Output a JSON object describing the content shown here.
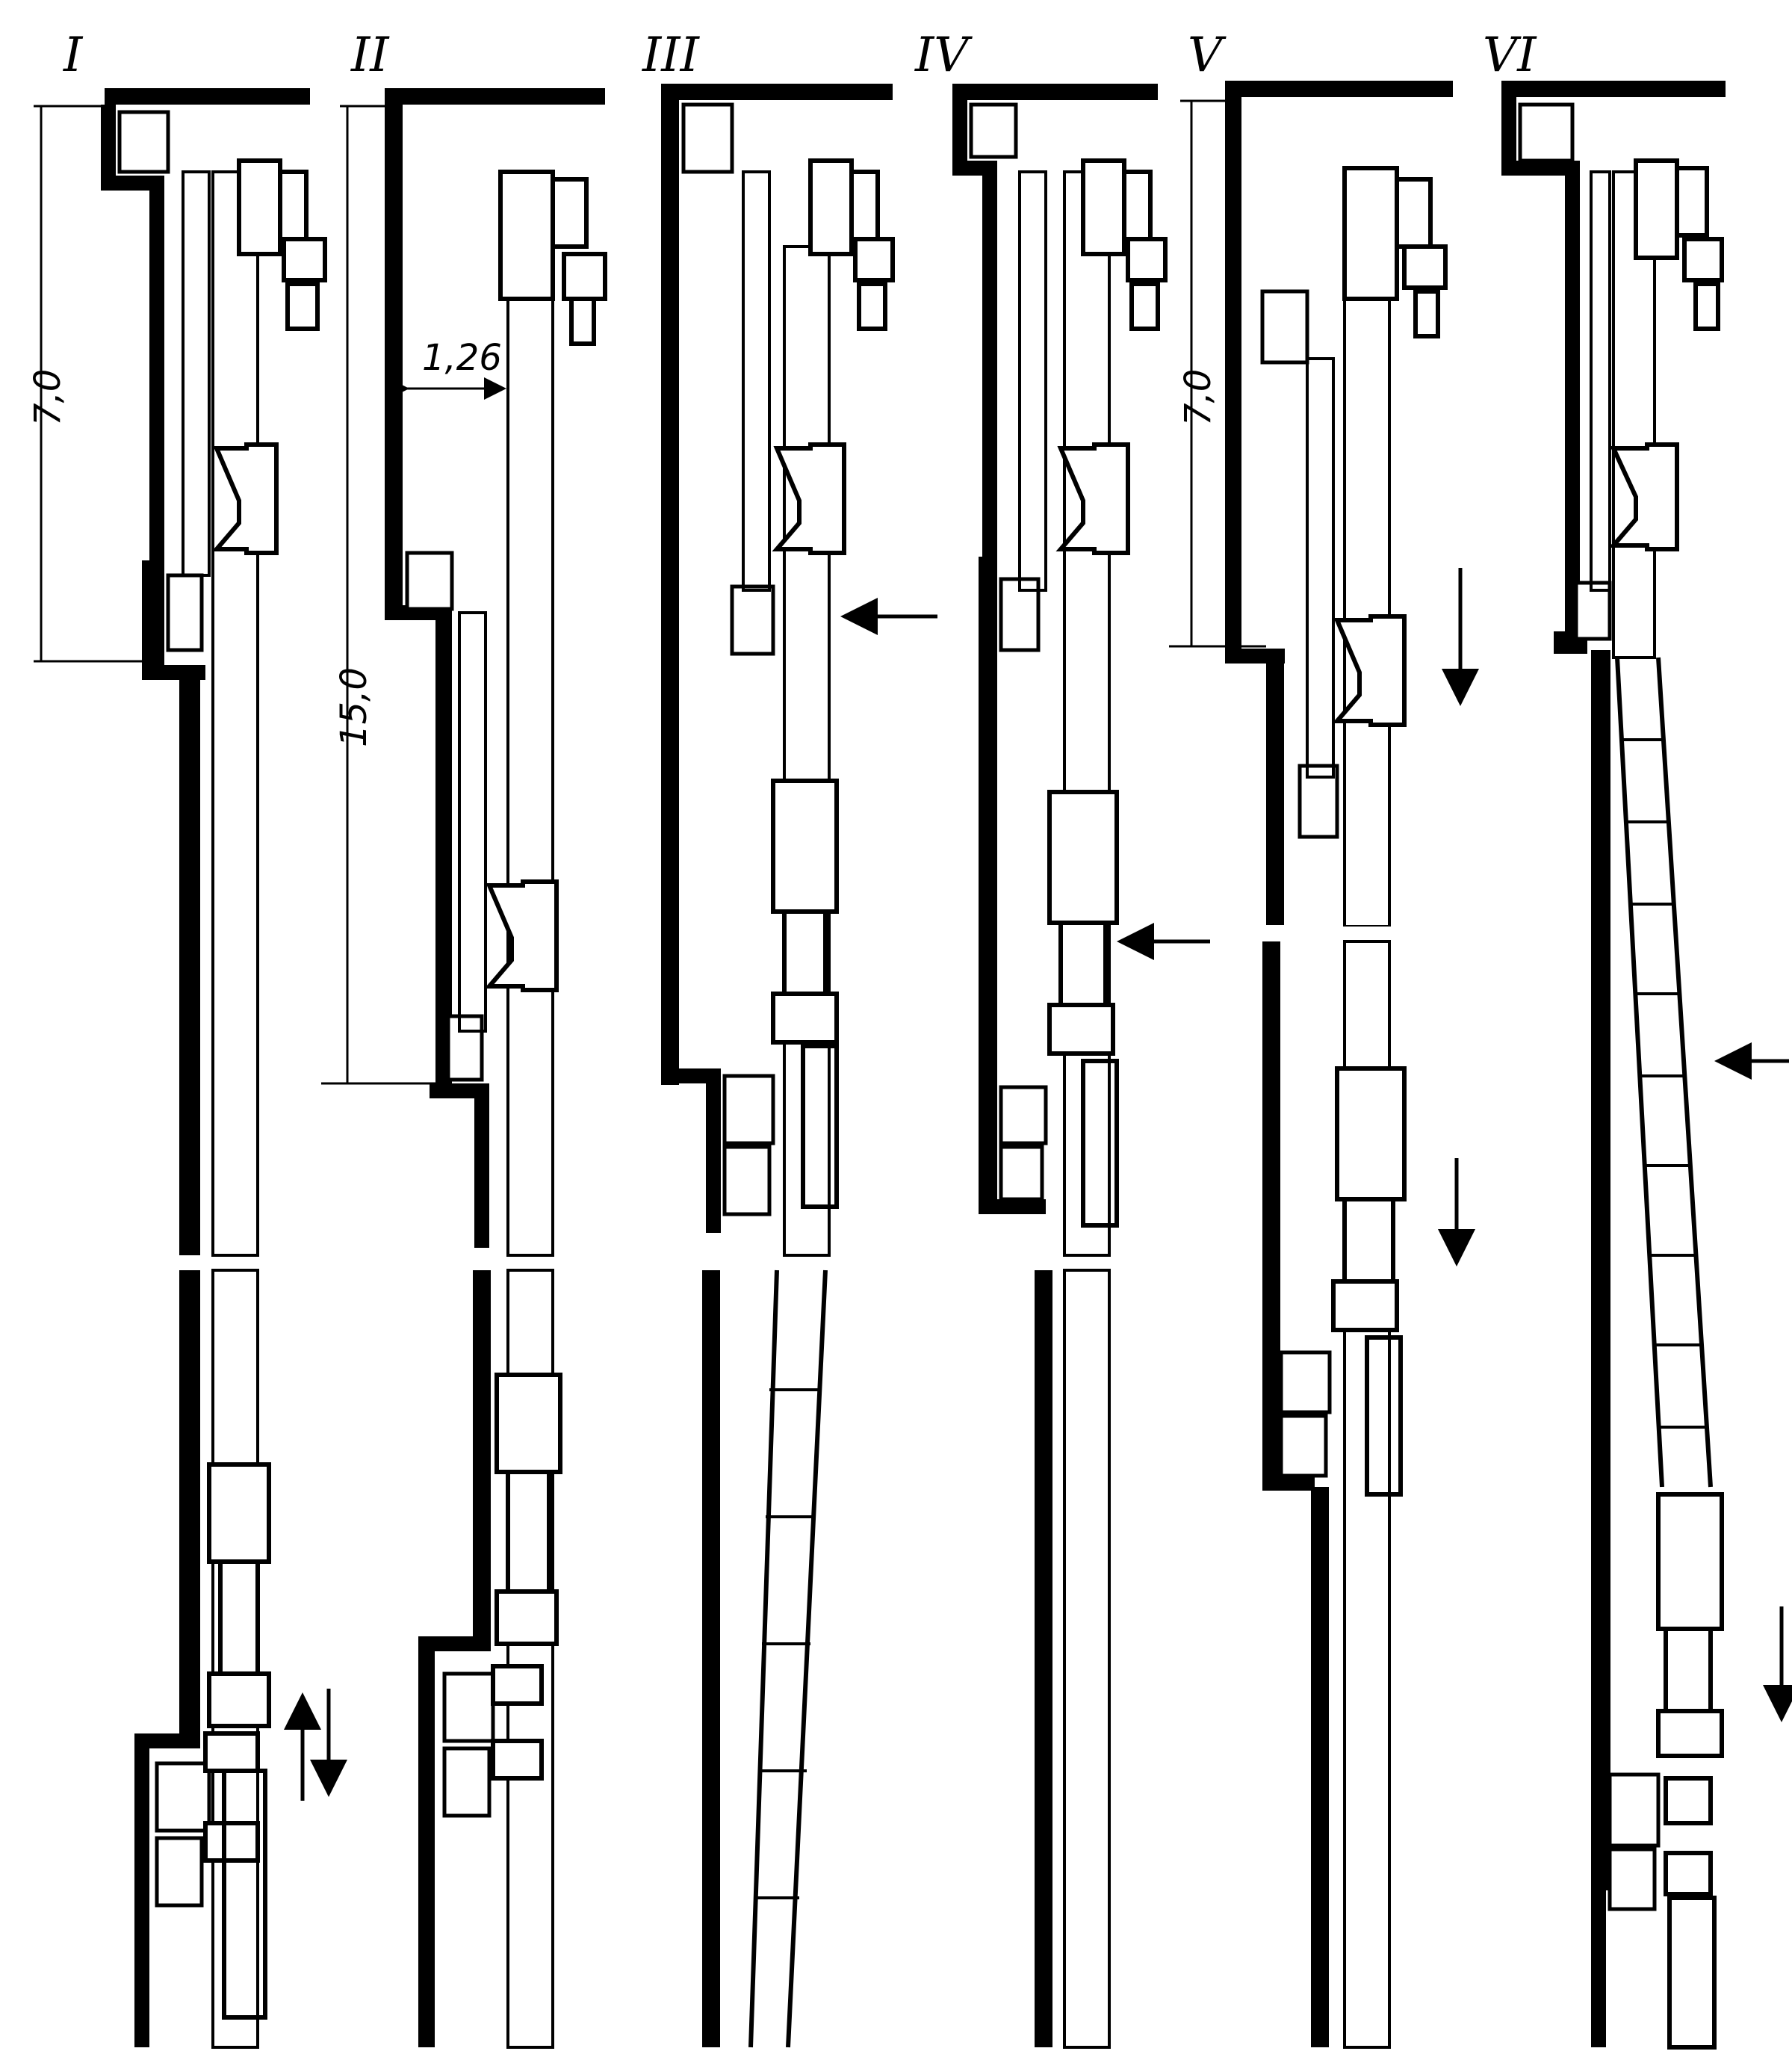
{
  "panels": [
    {
      "label": "I"
    },
    {
      "label": "II"
    },
    {
      "label": "III"
    },
    {
      "label": "IV"
    },
    {
      "label": "V"
    },
    {
      "label": "VI"
    }
  ],
  "dimensions": {
    "panel1_height": "7,0",
    "panel2_width": "1,26",
    "panel2_height": "15,0",
    "panel5_height": "7,0"
  },
  "colors": {
    "ink": "#000000",
    "paper": "#ffffff"
  }
}
